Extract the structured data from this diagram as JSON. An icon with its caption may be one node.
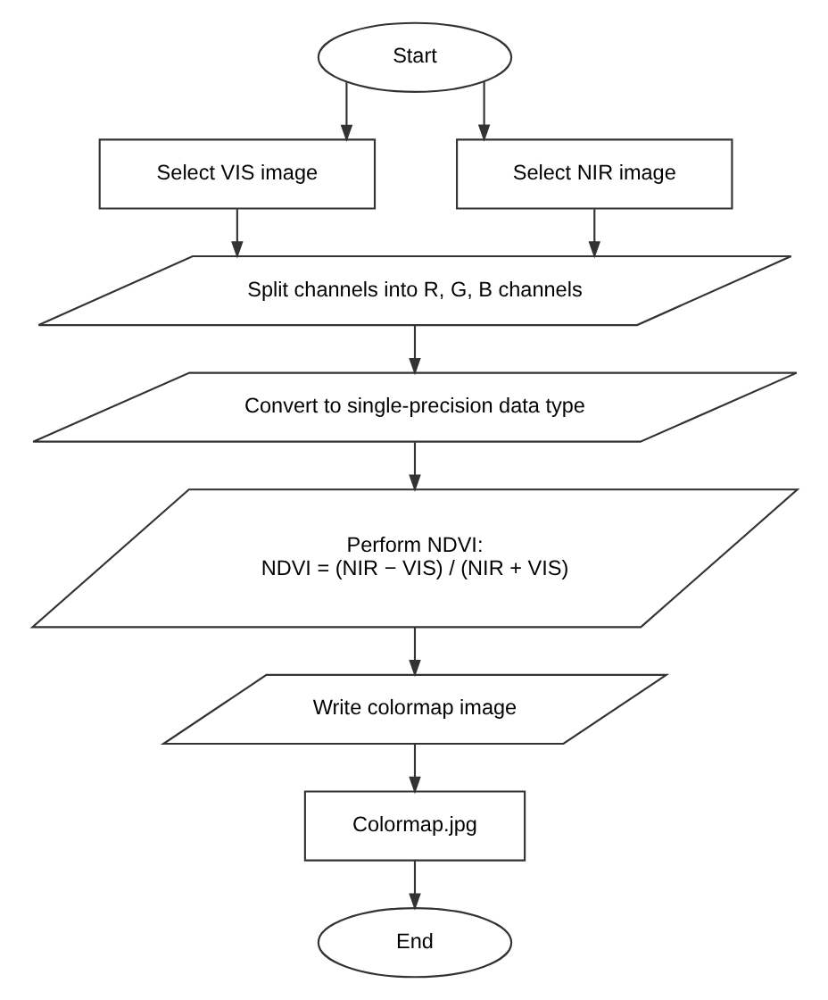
{
  "diagram": {
    "nodes": [
      {
        "text": [
          "Start"
        ]
      },
      {
        "text": [
          "Select VIS image"
        ]
      },
      {
        "text": [
          "Select NIR image"
        ]
      },
      {
        "text": [
          "Split channels into R, G, B channels"
        ]
      },
      {
        "text": [
          "Convert to single-precision data type"
        ]
      },
      {
        "text": [
          "Perform NDVI:",
          "NDVI = (NIR − VIS) / (NIR + VIS)"
        ]
      },
      {
        "text": [
          "Write colormap image"
        ]
      },
      {
        "text": [
          "Colormap.jpg"
        ]
      },
      {
        "text": [
          "End"
        ]
      }
    ],
    "edges": [
      {
        "from": 0,
        "to": 1,
        "arrow": "to"
      },
      {
        "from": 0,
        "to": 2,
        "arrow": "to"
      },
      {
        "from": 1,
        "to": 3,
        "arrow": "to"
      },
      {
        "from": 2,
        "to": 3,
        "arrow": "to"
      },
      {
        "from": 3,
        "to": 4,
        "arrow": "to"
      },
      {
        "from": 4,
        "to": 5,
        "arrow": "to"
      },
      {
        "from": 5,
        "to": 6,
        "arrow": "to"
      },
      {
        "from": 6,
        "to": 7,
        "arrow": "to"
      },
      {
        "from": 7,
        "to": 8,
        "arrow": "to"
      }
    ]
  }
}
